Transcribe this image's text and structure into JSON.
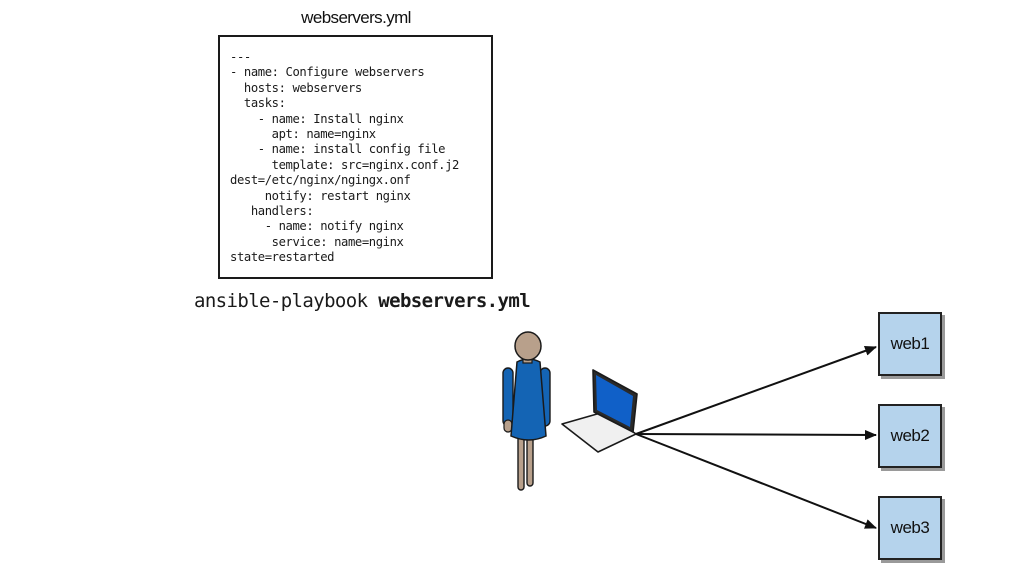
{
  "playbook": {
    "filename": "webservers.yml",
    "code": "---\n- name: Configure webservers\n  hosts: webservers\n  tasks:\n    - name: Install nginx\n      apt: name=nginx\n    - name: install config file\n      template: src=nginx.conf.j2\ndest=/etc/nginx/ngingx.onf\n     notify: restart nginx\n   handlers:\n     - name: notify nginx\n      service: name=nginx\nstate=restarted"
  },
  "command": {
    "program": "ansible-playbook",
    "argument": "webservers.yml"
  },
  "servers": [
    {
      "label": "web1"
    },
    {
      "label": "web2"
    },
    {
      "label": "web3"
    }
  ],
  "colors": {
    "server_fill": "#b5d3ec",
    "person_dress": "#1464b4",
    "person_skin": "#b8a08b",
    "laptop_screen": "#1060c8"
  }
}
